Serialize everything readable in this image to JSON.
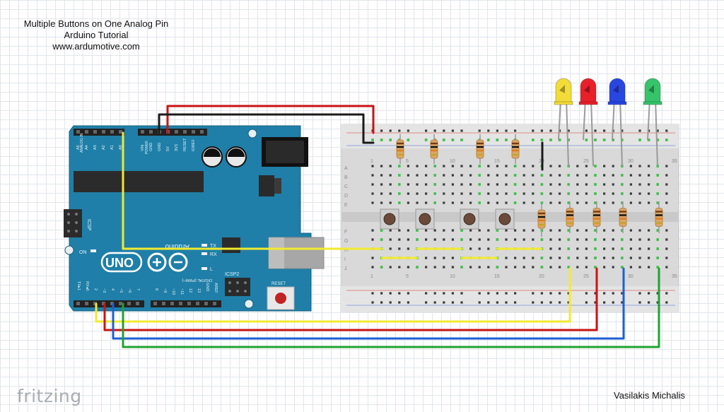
{
  "header": {
    "title": "Multiple Buttons on One Analog Pin",
    "subtitle": "Arduino Tutorial",
    "website": "www.ardumotive.com"
  },
  "footer": {
    "brand": "fritzing",
    "author": "Vasilakis Michalis"
  },
  "arduino": {
    "board_name": "UNO",
    "brand_text": "Arduino",
    "analog_header_labels": [
      "A5",
      "A4",
      "A3",
      "A2",
      "A1",
      "A0"
    ],
    "analog_header_title": "ANALOG IN",
    "power_header_labels": [
      "VIN",
      "GND",
      "GND",
      "5V",
      "3V3",
      "RESET",
      "IOREF"
    ],
    "power_header_title": "POWER",
    "digital_header_title": "DIGITAL (PWM~)",
    "digital_pin_labels": [
      "TX▸1",
      "RX◂0",
      "2",
      "~3",
      "4",
      "~5",
      "~6",
      "7",
      "8",
      "~9",
      "~10",
      "~11",
      "12",
      "13",
      "GND",
      "AREF"
    ],
    "led_labels": [
      "ON",
      "TX",
      "RX",
      "L"
    ],
    "icsp_label": "ICSP",
    "icsp2_label": "ICSP2",
    "reset_label": "RESET"
  },
  "breadboard": {
    "row_letters_top": [
      "A",
      "B",
      "C",
      "D",
      "E"
    ],
    "row_letters_bottom": [
      "F",
      "G",
      "H",
      "I",
      "J"
    ],
    "column_numbers": [
      "1",
      "5",
      "10",
      "15",
      "20",
      "25",
      "30",
      "35"
    ]
  },
  "leds": [
    {
      "color": "yellow",
      "hex": "#f3dc3a"
    },
    {
      "color": "red",
      "hex": "#e8202a"
    },
    {
      "color": "blue",
      "hex": "#2a46e0"
    },
    {
      "color": "green",
      "hex": "#35c46a"
    }
  ],
  "wire_colors": {
    "yellow": "#f2ea2e",
    "red": "#c81414",
    "blue": "#1e5fd6",
    "green": "#1fa32e",
    "black": "#1a1a1a"
  },
  "components": {
    "resistor_count": 9,
    "pushbutton_count": 4,
    "led_count": 4
  }
}
